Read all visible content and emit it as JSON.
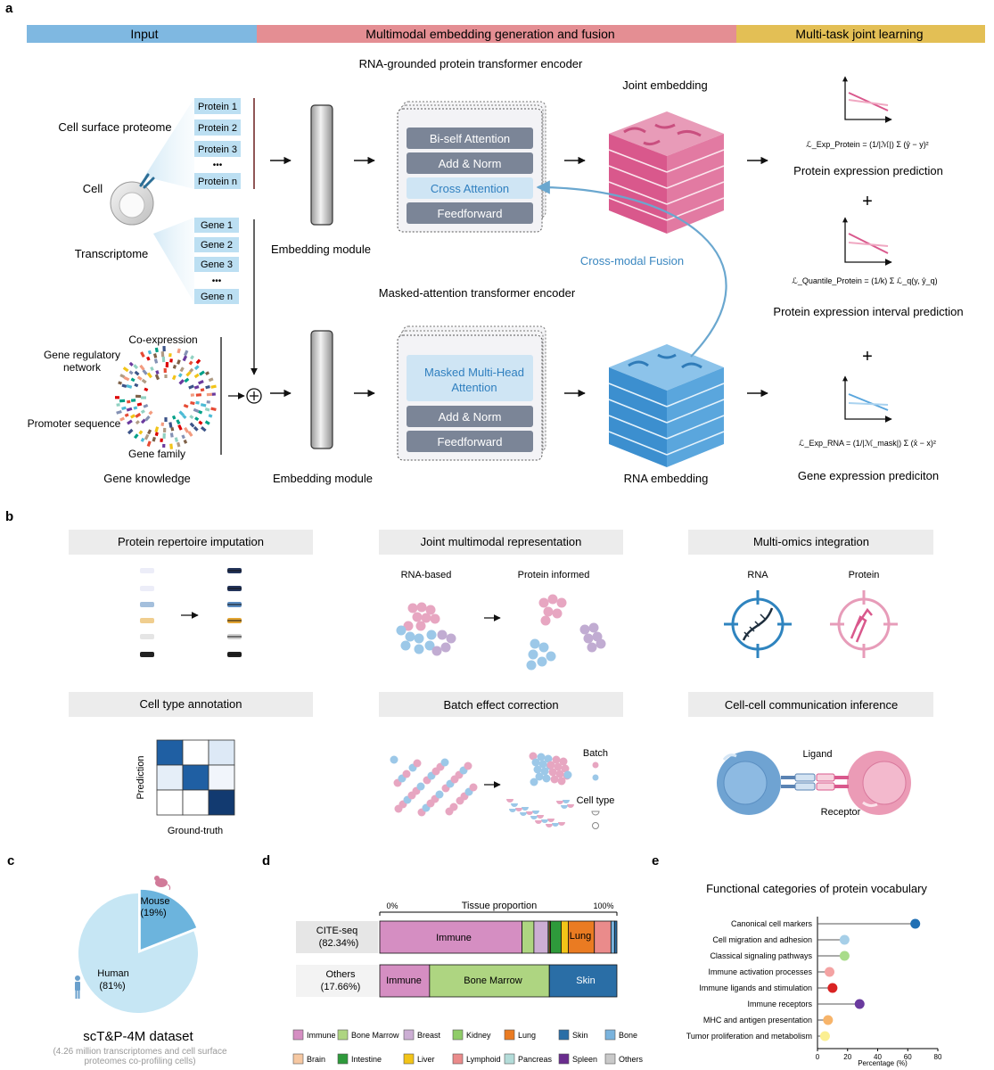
{
  "panels": {
    "a": "a",
    "b": "b",
    "c": "c",
    "d": "d",
    "e": "e"
  },
  "header": {
    "input": "Input",
    "fusion": "Multimodal embedding generation and fusion",
    "joint": "Multi-task joint learning",
    "colors": {
      "input": "#7fb8e1",
      "fusion": "#e48e93",
      "joint": "#e3bf55"
    }
  },
  "panel_a": {
    "protein_encoder_title": "RNA-grounded protein transformer encoder",
    "masked_encoder_title": "Masked-attention transformer encoder",
    "cell_surface": "Cell surface proteome",
    "cell": "Cell",
    "transcriptome": "Transcriptome",
    "proteins": [
      "Protein 1",
      "Protein 2",
      "Protein 3",
      "•••",
      "Protein n"
    ],
    "genes": [
      "Gene 1",
      "Gene 2",
      "Gene 3",
      "•••",
      "Gene n"
    ],
    "co_expression": "Co-expression",
    "gene_regulatory_1": "Gene regulatory",
    "gene_regulatory_2": "network",
    "promoter": "Promoter sequence",
    "gene_family": "Gene family",
    "gene_knowledge": "Gene knowledge",
    "embedding_module": "Embedding module",
    "enc1_layers": [
      "Bi-self Attention",
      "Add & Norm",
      "Cross Attention",
      "Feedforward"
    ],
    "enc2_layer1a": "Masked Multi-Head",
    "enc2_layer1b": "Attention",
    "enc2_layers": [
      "Add & Norm",
      "Feedforward"
    ],
    "joint_embedding": "Joint embedding",
    "rna_embedding": "RNA embedding",
    "cross_modal": "Cross-modal Fusion",
    "tasks": [
      "Protein expression prediction",
      "Protein expression interval prediction",
      "Gene expression prediciton"
    ],
    "plus": "+",
    "loss_formulas": [
      "ℒ_Exp_Protein = (1/|ℳ|) Σ (ŷ − y)²",
      "ℒ_Quantile_Protein = (1/k) Σ ℒ_q(y, ŷ_q)",
      "ℒ_Exp_RNA = (1/|ℳ_mask|) Σ (x̂ − x)²"
    ]
  },
  "panel_b": {
    "tasks": [
      "Protein repertoire imputation",
      "Joint multimodal representation",
      "Multi-omics integration",
      "Cell type annotation",
      "Batch effect correction",
      "Cell-cell communication inference"
    ],
    "rna_based": "RNA-based",
    "protein_informed": "Protein informed",
    "rna": "RNA",
    "protein": "Protein",
    "prediction": "Prediction",
    "ground_truth": "Ground-truth",
    "batch": "Batch",
    "cell_type": "Cell type",
    "ligand": "Ligand",
    "receptor": "Receptor"
  },
  "panel_c": {
    "chart_data": {
      "type": "pie",
      "categories": [
        "Mouse",
        "Human"
      ],
      "values": [
        19,
        81
      ],
      "labels": [
        "(19%)",
        "(81%)"
      ]
    },
    "title": "scT&P-4M dataset",
    "subtitle_1": "(4.26 million transcriptomes and cell surface",
    "subtitle_2": "proteomes co-profiling cells)",
    "colors": {
      "human": "#c6e6f4",
      "mouse": "#6cb4dd"
    }
  },
  "panel_d": {
    "chart_data": {
      "type": "bar",
      "title": "Tissue proportion",
      "xlim": [
        0,
        100
      ],
      "tick_labels": [
        "0%",
        "100%"
      ],
      "rows": [
        {
          "name": "CITE-seq",
          "pct": "(82.34%)",
          "segments": [
            {
              "tissue": "Immune",
              "value": 60
            },
            {
              "tissue": "Bone Marrow",
              "value": 5
            },
            {
              "tissue": "Breast",
              "value": 6
            },
            {
              "tissue": "Kidney",
              "value": 0.5
            },
            {
              "tissue": "Lung",
              "value": 0.5
            },
            {
              "tissue": "Intestine",
              "value": 4.5
            },
            {
              "tissue": "Liver",
              "value": 3
            },
            {
              "tissue": "Lung",
              "value": 11
            },
            {
              "tissue": "Lymphoid",
              "value": 7
            },
            {
              "tissue": "Bone",
              "value": 1.5
            },
            {
              "tissue": "Skin",
              "value": 1
            }
          ]
        },
        {
          "name": "Others",
          "pct": "(17.66%)",
          "segments": [
            {
              "tissue": "Immune",
              "value": 21
            },
            {
              "tissue": "Bone Marrow",
              "value": 50.5
            },
            {
              "tissue": "Skin",
              "value": 28.5
            }
          ]
        }
      ],
      "legend": [
        "Immune",
        "Bone Marrow",
        "Breast",
        "Kidney",
        "Lung",
        "Skin",
        "Bone",
        "Brain",
        "Intestine",
        "Liver",
        "Lymphoid",
        "Pancreas",
        "Spleen",
        "Others"
      ]
    },
    "row_labels_shown": {
      "Immune": "Immune",
      "Lung": "Lung",
      "Bone Marrow": "Bone Marrow",
      "Skin": "Skin"
    },
    "colors": {
      "Immune": "#d58ec2",
      "Bone Marrow": "#aed581",
      "Breast": "#ccaed4",
      "Kidney": "#8fcc68",
      "Lung": "#ea7b22",
      "Skin": "#2a6ea6",
      "Bone": "#7ab3dd",
      "Brain": "#f6c8a2",
      "Intestine": "#2e9a3b",
      "Liver": "#f2c418",
      "Lymphoid": "#ea8b8b",
      "Pancreas": "#b3dcd9",
      "Spleen": "#6a2c8e",
      "Others": "#c9c9c9"
    }
  },
  "panel_e": {
    "chart_data": {
      "type": "scatter",
      "title": "Functional categories of protein vocabulary",
      "xlabel": "Percentage (%)",
      "xlim": [
        0,
        80
      ],
      "xticks": [
        0,
        20,
        40,
        60,
        80
      ],
      "categories": [
        "Canonical cell markers",
        "Cell migration and adhesion",
        "Classical signaling pathways",
        "Immune activation processes",
        "Immune ligands and stimulation",
        "Immune receptors",
        "MHC and antigen presentation",
        "Tumor proliferation and metabolism"
      ],
      "values": [
        65,
        18,
        18,
        8,
        10,
        28,
        7,
        5
      ]
    },
    "colors": [
      "#1f6fb4",
      "#a6cfe8",
      "#a9dc8a",
      "#f4a3a3",
      "#d92323",
      "#6a3a9e",
      "#f7b46a",
      "#fbef91"
    ]
  }
}
